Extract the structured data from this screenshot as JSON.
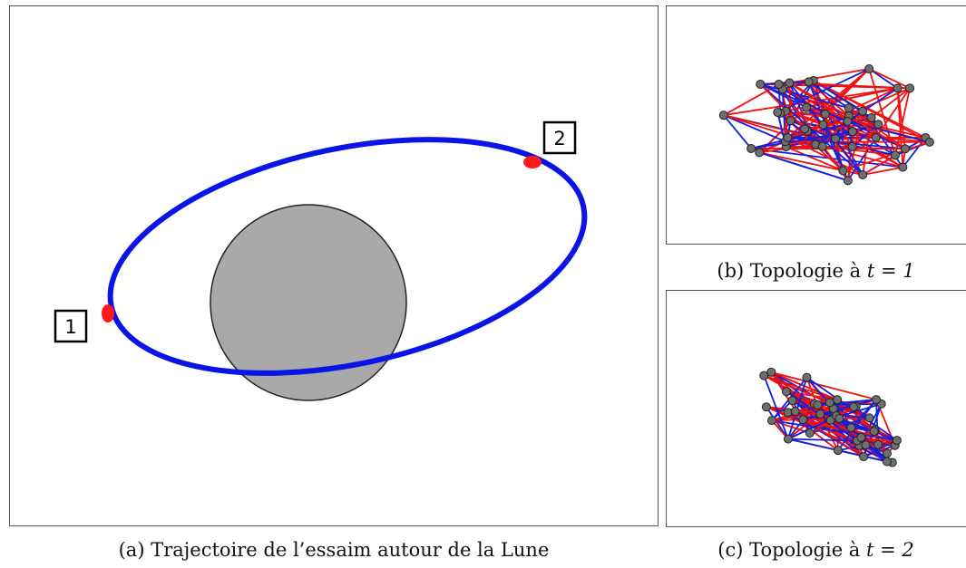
{
  "figure": {
    "panel_a": {
      "caption": "(a) Trajectoire de l’essaim autour de la Lune",
      "markers": [
        {
          "label": "1"
        },
        {
          "label": "2"
        }
      ],
      "colors": {
        "orbit": "#0a14e6",
        "moon": "#a9a9a9",
        "swarm": "#ff1a1a"
      }
    },
    "panel_b": {
      "caption_prefix": "(b) Topologie à ",
      "caption_math": "t = 1"
    },
    "panel_c": {
      "caption_prefix": "(c) Topologie à ",
      "caption_math": "t = 2"
    },
    "colors": {
      "link_red": "#f01010",
      "link_blue": "#1020e0",
      "node": "#6e6e6e"
    }
  }
}
